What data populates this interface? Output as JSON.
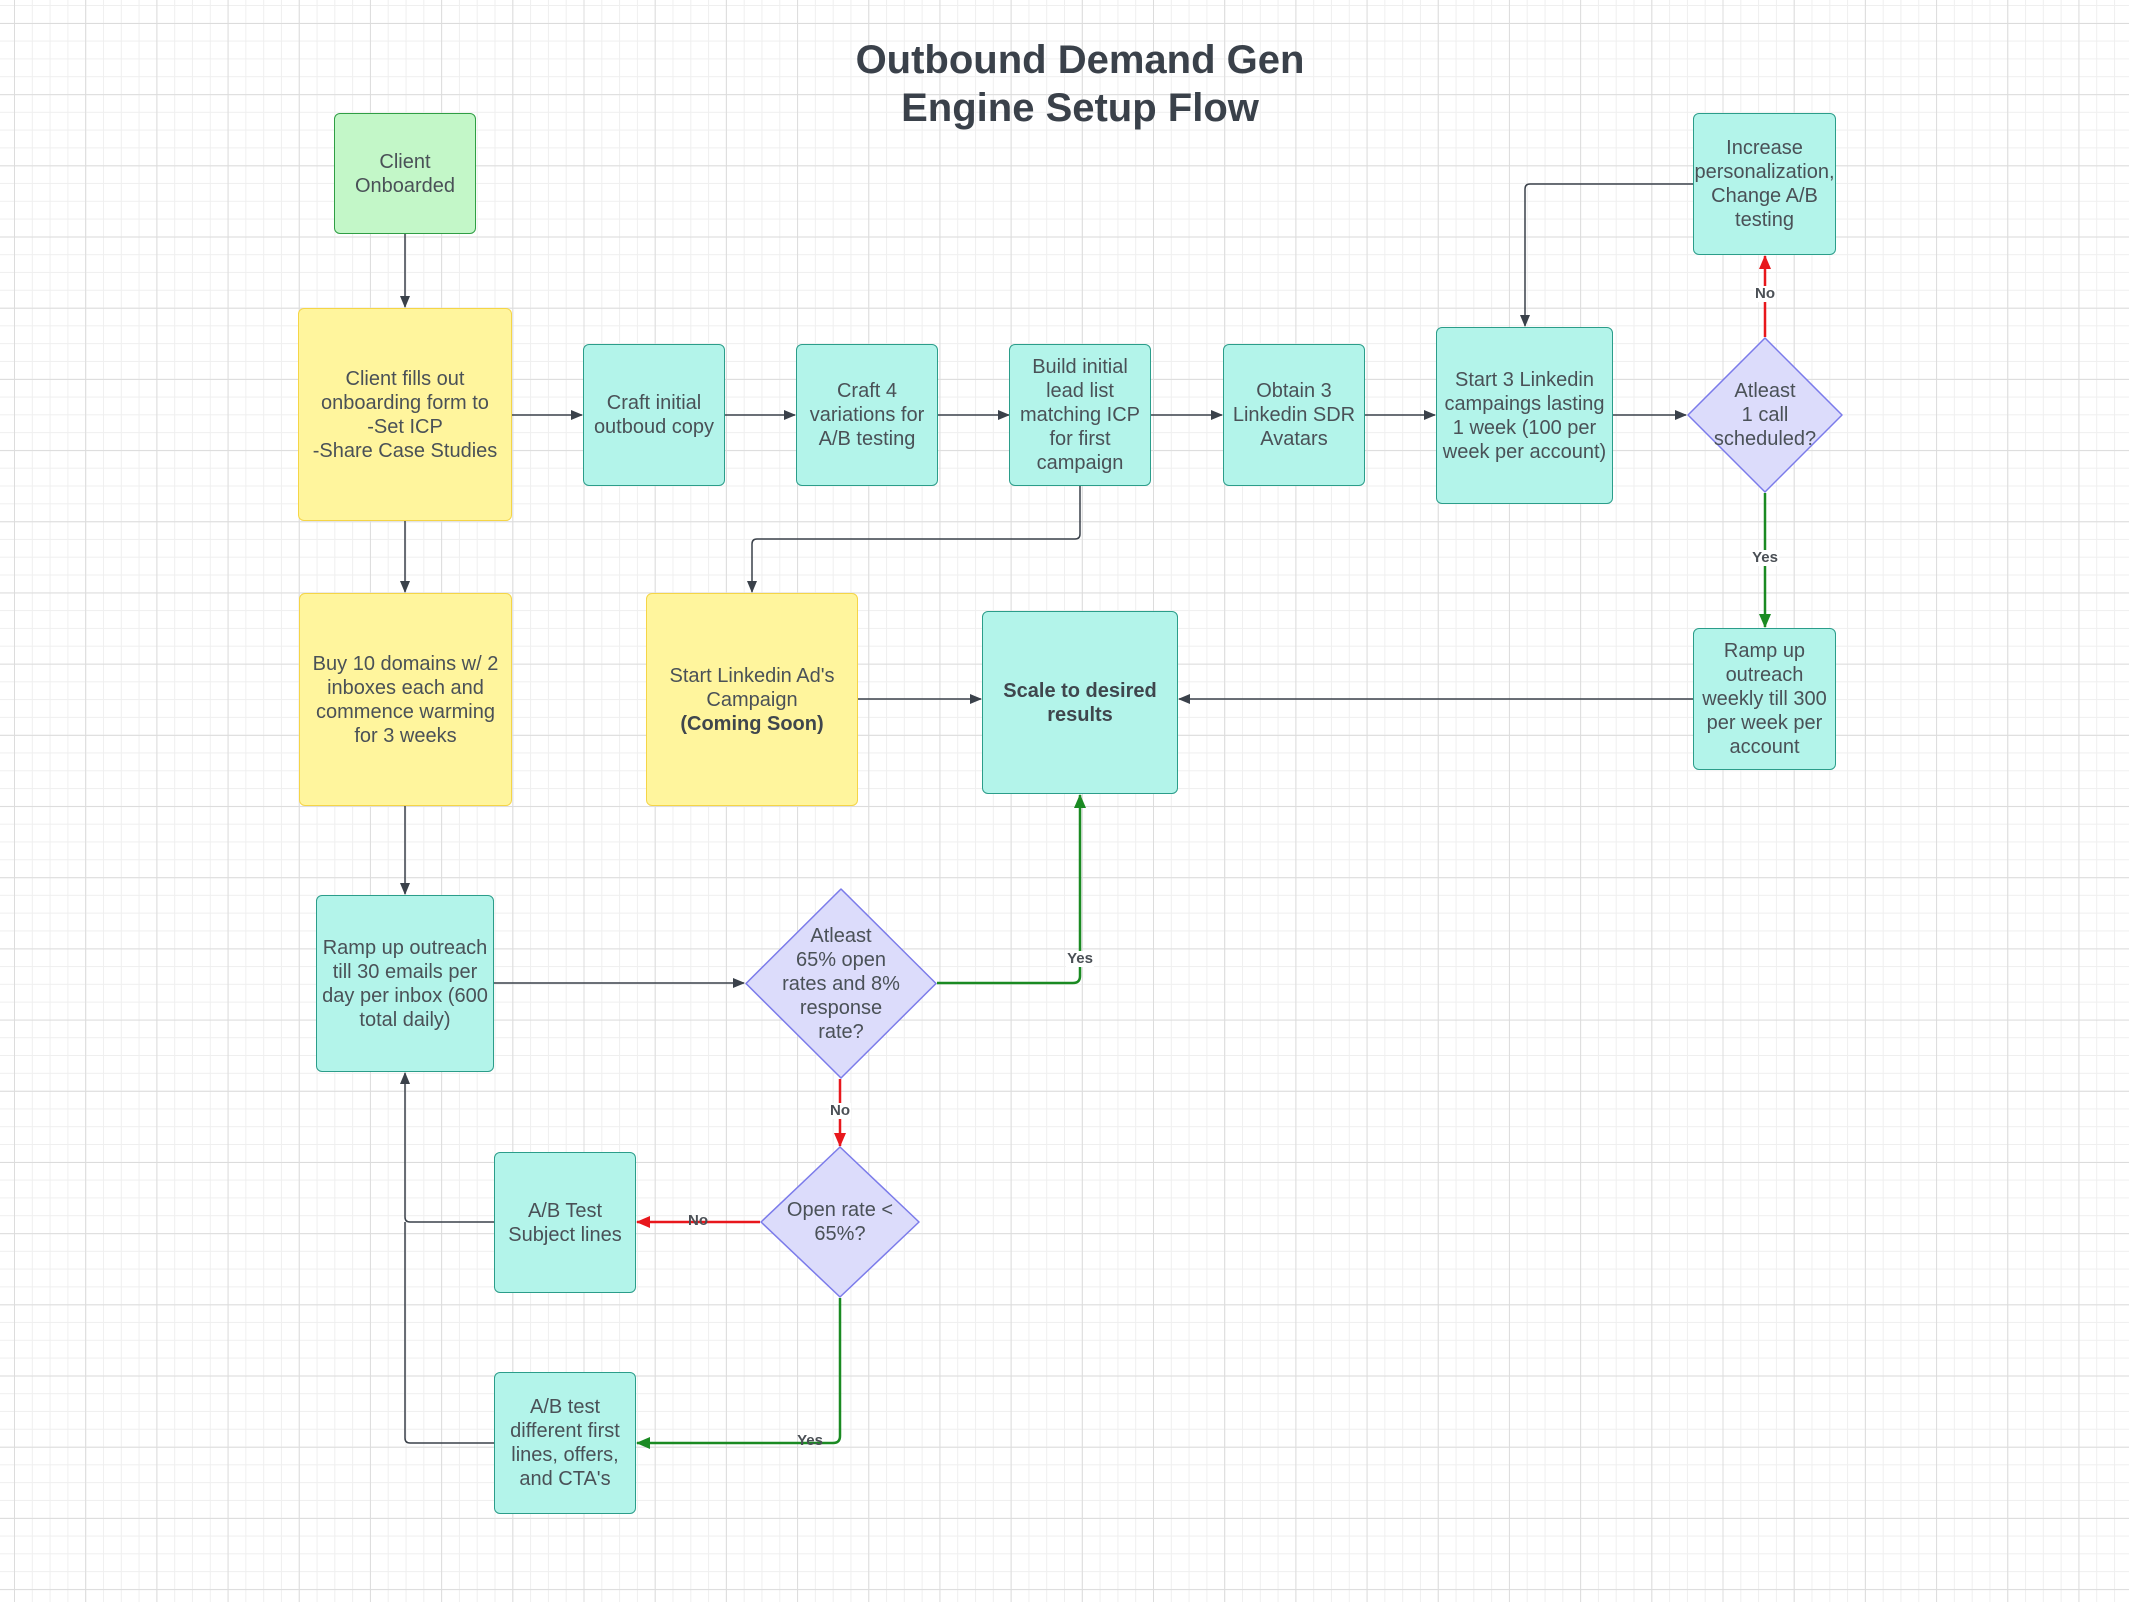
{
  "title": {
    "line1": "Outbound Demand Gen",
    "line2": "Engine Setup Flow"
  },
  "colors": {
    "start_fill": "#c3f7c8",
    "input_fill": "#fff59d",
    "process_fill": "#b3f4ea",
    "decision_fill": "#dcdcfb",
    "decision_stroke": "#7b7bea",
    "edge_default": "#3a414a",
    "edge_no": "#e8171c",
    "edge_yes": "#1a8a22"
  },
  "nodes": {
    "client_onboarded": "Client\nOnboarded",
    "onboarding_form": "Client fills out\nonboarding form to\n-Set ICP\n-Share Case Studies",
    "craft_copy": "Craft initial\noutboud copy",
    "craft_variations": "Craft 4\nvariations for\nA/B testing",
    "build_lead_list": "Build initial\nlead list\nmatching ICP\nfor first\ncampaign",
    "obtain_avatars": "Obtain 3\nLinkedin SDR\nAvatars",
    "start_linkedin": "Start 3 Linkedin\ncampaings  lasting\n1 week (100 per\nweek per account)",
    "call_decision": "Atleast\n1 call\nscheduled?",
    "increase_personalization": "Increase\npersonalization,\nChange A/B\ntesting",
    "ramp_weekly": "Ramp up\noutreach\nweekly till 300\nper week per\naccount",
    "buy_domains": "Buy 10 domains w/ 2\ninboxes each and\ncommence warming\nfor 3 weeks",
    "linkedin_ads_line1": "Start Linkedin Ad's\nCampaign",
    "linkedin_ads_line2": "(Coming Soon)",
    "scale_results": "Scale to desired\nresults",
    "ramp_daily": "Ramp up outreach\ntill 30 emails per\nday per inbox (600\ntotal daily)",
    "open_response_decision": "Atleast\n65% open\nrates and 8%\nresponse\nrate?",
    "open_rate_decision": "Open rate <\n65%?",
    "ab_subject": "A/B Test\nSubject lines",
    "ab_first_lines": "A/B test\ndifferent first\nlines, offers,\nand CTA's"
  },
  "edge_labels": {
    "call_no": "No",
    "call_yes": "Yes",
    "open_response_yes": "Yes",
    "open_response_no": "No",
    "open_rate_no": "No",
    "open_rate_yes": "Yes"
  }
}
